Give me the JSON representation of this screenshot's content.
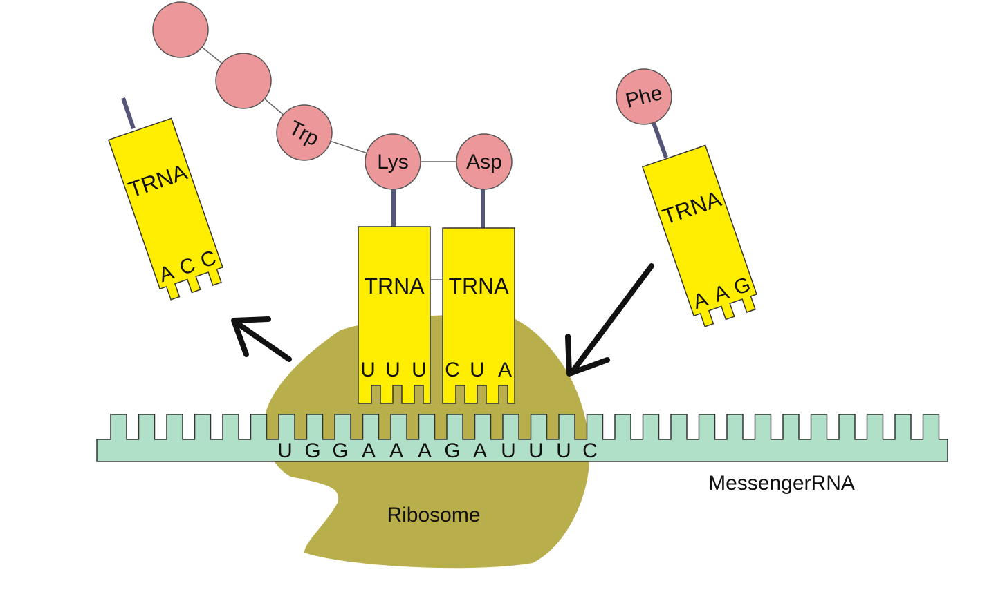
{
  "colors": {
    "ribosome": "#b9ae4c",
    "trna": "#ffee00",
    "mrna": "#b1e0c9",
    "amino_acid": "#ec979a",
    "stem": "#55557a",
    "arrow": "#111111"
  },
  "labels": {
    "ribosome": "Ribosome",
    "mrna": "MessengerRNA"
  },
  "mrna": {
    "codon_bases": [
      "U",
      "G",
      "G",
      "A",
      "A",
      "A",
      "G",
      "A",
      "U",
      "U",
      "U",
      "C"
    ]
  },
  "trnas": [
    {
      "label": "TRNA",
      "anticodon": [
        "A",
        "C",
        "C"
      ],
      "state": "leaving"
    },
    {
      "label": "TRNA",
      "anticodon": [
        "U",
        "U",
        "U"
      ],
      "state": "bound"
    },
    {
      "label": "TRNA",
      "anticodon": [
        "C",
        "U",
        "A"
      ],
      "state": "bound"
    },
    {
      "label": "TRNA",
      "anticodon": [
        "A",
        "A",
        "G"
      ],
      "state": "incoming"
    }
  ],
  "amino_acids": {
    "chain": [
      "",
      "",
      "Trp",
      "Lys",
      "Asp"
    ],
    "incoming": "Phe"
  },
  "arrows": [
    {
      "meaning": "tRNA exits ribosome"
    },
    {
      "meaning": "charged tRNA enters ribosome"
    }
  ]
}
